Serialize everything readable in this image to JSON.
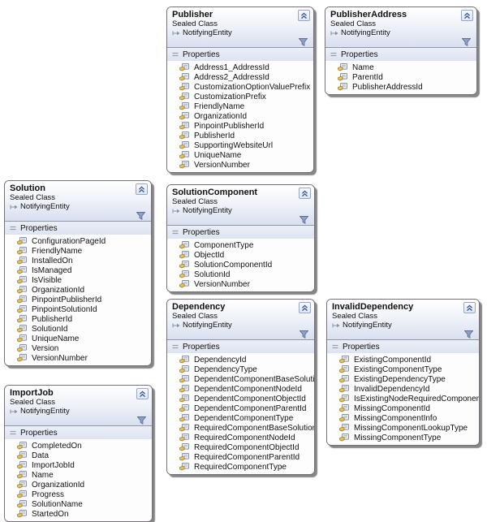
{
  "labels": {
    "properties_section": "Properties"
  },
  "icons": {
    "collapse_button": "chevron-double-up",
    "filter": "funnel",
    "property": "property-card-hand",
    "compartment_toggle": "minus-lines",
    "base_type": "maps-to-arrow"
  },
  "colors": {
    "header_gradient_end": "#d8dfef",
    "compartment_band": "#dde3f1",
    "box_border": "#767078",
    "accent_blue": "#3b5aa0",
    "funnel_fill": "#8fa0c6",
    "canvas_background": "#ffffff"
  },
  "classes": [
    {
      "id": "publisher",
      "name": "Publisher",
      "stereotype": "Sealed Class",
      "base_type": "NotifyingEntity",
      "properties": [
        "Address1_AddressId",
        "Address2_AddressId",
        "CustomizationOptionValuePrefix",
        "CustomizationPrefix",
        "FriendlyName",
        "OrganizationId",
        "PinpointPublisherId",
        "PublisherId",
        "SupportingWebsiteUrl",
        "UniqueName",
        "VersionNumber"
      ]
    },
    {
      "id": "publisher-address",
      "name": "PublisherAddress",
      "stereotype": "Sealed Class",
      "base_type": "NotifyingEntity",
      "properties": [
        "Name",
        "ParentId",
        "PublisherAddressId"
      ]
    },
    {
      "id": "solution",
      "name": "Solution",
      "stereotype": "Sealed Class",
      "base_type": "NotifyingEntity",
      "properties": [
        "ConfigurationPageId",
        "FriendlyName",
        "InstalledOn",
        "IsManaged",
        "IsVisible",
        "OrganizationId",
        "PinpointPublisherId",
        "PinpointSolutionId",
        "PublisherId",
        "SolutionId",
        "UniqueName",
        "Version",
        "VersionNumber"
      ]
    },
    {
      "id": "solution-component",
      "name": "SolutionComponent",
      "stereotype": "Sealed Class",
      "base_type": "NotifyingEntity",
      "properties": [
        "ComponentType",
        "ObjectId",
        "SolutionComponentId",
        "SolutionId",
        "VersionNumber"
      ]
    },
    {
      "id": "dependency",
      "name": "Dependency",
      "stereotype": "Sealed Class",
      "base_type": "NotifyingEntity",
      "properties": [
        "DependencyId",
        "DependencyType",
        "DependentComponentBaseSolutionId",
        "DependentComponentNodeId",
        "DependentComponentObjectId",
        "DependentComponentParentId",
        "DependentComponentType",
        "RequiredComponentBaseSolutionId",
        "RequiredComponentNodeId",
        "RequiredComponentObjectId",
        "RequiredComponentParentId",
        "RequiredComponentType"
      ]
    },
    {
      "id": "invalid-dependency",
      "name": "InvalidDependency",
      "stereotype": "Sealed Class",
      "base_type": "NotifyingEntity",
      "properties": [
        "ExistingComponentId",
        "ExistingComponentType",
        "ExistingDependencyType",
        "InvalidDependencyId",
        "IsExistingNodeRequiredComponent",
        "MissingComponentId",
        "MissingComponentInfo",
        "MissingComponentLookupType",
        "MissingComponentType"
      ]
    },
    {
      "id": "import-job",
      "name": "ImportJob",
      "stereotype": "Sealed Class",
      "base_type": "NotifyingEntity",
      "properties": [
        "CompletedOn",
        "Data",
        "ImportJobId",
        "Name",
        "OrganizationId",
        "Progress",
        "SolutionName",
        "StartedOn"
      ]
    }
  ]
}
